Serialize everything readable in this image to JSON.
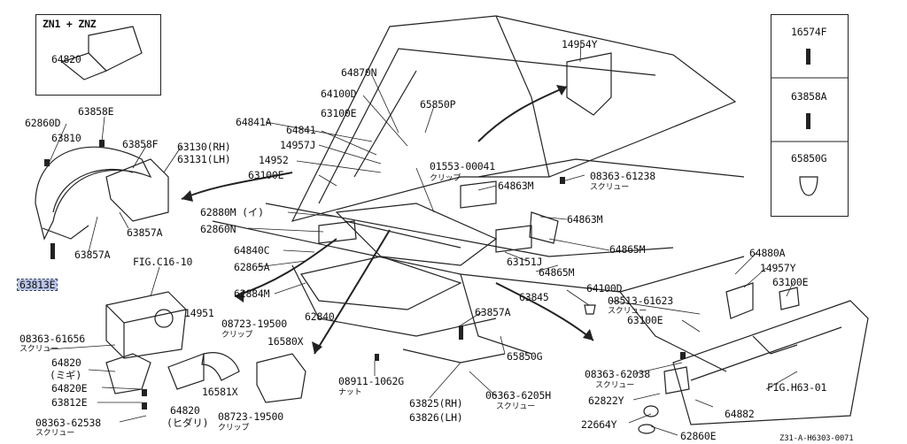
{
  "diagram": {
    "inset_title": "ZN1 + ZNZ",
    "inset_part": "64820",
    "fig_left": "FIG.C16-10",
    "fig_right": "FIG.H63-01",
    "footer_code": "Z31-A-H6303-0071",
    "highlight_color": "#b9c4e8",
    "part_labels": {
      "p62860D": "62860D",
      "p63858E": "63858E",
      "p63810": "63810",
      "p63858F": "63858F",
      "p63130": "63130(RH)",
      "p63131": "63131(LH)",
      "p63857A_l": "63857A",
      "p63857A_r": "63857A",
      "p63857A_c": "63857A",
      "p63813E": "63813E",
      "p64870N": "64870N",
      "p64100D": "64100D",
      "p64100D_r": "64100D",
      "p65850P": "65850P",
      "p63100E_a": "63100E",
      "p63100E_b": "63100E",
      "p63100E_c": "63100E",
      "p63100E_d": "63100E",
      "p64841A": "64841A",
      "p64841": "64841",
      "p14957J": "14957J",
      "p14952": "14952",
      "p01553": "01553-00041",
      "p62880M": "62880M (イ)",
      "p62860N": "62860N",
      "p64840C": "64840C",
      "p62865A": "62865A",
      "p62884M": "62884M",
      "p62840": "62840",
      "p14951": "14951",
      "p08723_a": "08723-19500",
      "p08723_b": "08723-19500",
      "p16580X": "16580X",
      "p16581X": "16581X",
      "p08363_61656": "08363-61656",
      "p64820_migi": "64820",
      "p64820_migi_sub": "(ミギ)",
      "p64820E": "64820E",
      "p63812E": "63812E",
      "p08363_62538": "08363-62538",
      "p64820_hidari": "64820",
      "p64820_hidari_sub": "(ヒダリ)",
      "p14954Y": "14954Y",
      "p08363_61238": "08363-61238",
      "p64863M_a": "64863M",
      "p64863M_b": "64863M",
      "p64865M_a": "64865M",
      "p64865M_b": "64865M",
      "p63151J": "63151J",
      "p63845": "63845",
      "p08513": "08513-61623",
      "p65850G": "65850G",
      "p65850G_r": "65850G",
      "p08911": "08911-1062G",
      "p63825": "63825(RH)",
      "p63826": "63826(LH)",
      "p06363": "06363-6205H",
      "p08363_62038": "08363-62038",
      "p62822Y": "62822Y",
      "p22664Y": "22664Y",
      "p62860E": "62860E",
      "p64882": "64882",
      "p64880A": "64880A",
      "p14957Y": "14957Y",
      "p16574F": "16574F",
      "p63858A": "63858A"
    },
    "notes": {
      "clip1": "クリップ",
      "clip2": "クリップ",
      "clip3": "クリップ",
      "screw1": "スクリュー",
      "screw2": "スクリュー",
      "screw3": "スクリュー",
      "screw4": "スクリュー",
      "screw5": "スクリュー",
      "screw6": "スクリュー",
      "nut": "ナット"
    }
  }
}
